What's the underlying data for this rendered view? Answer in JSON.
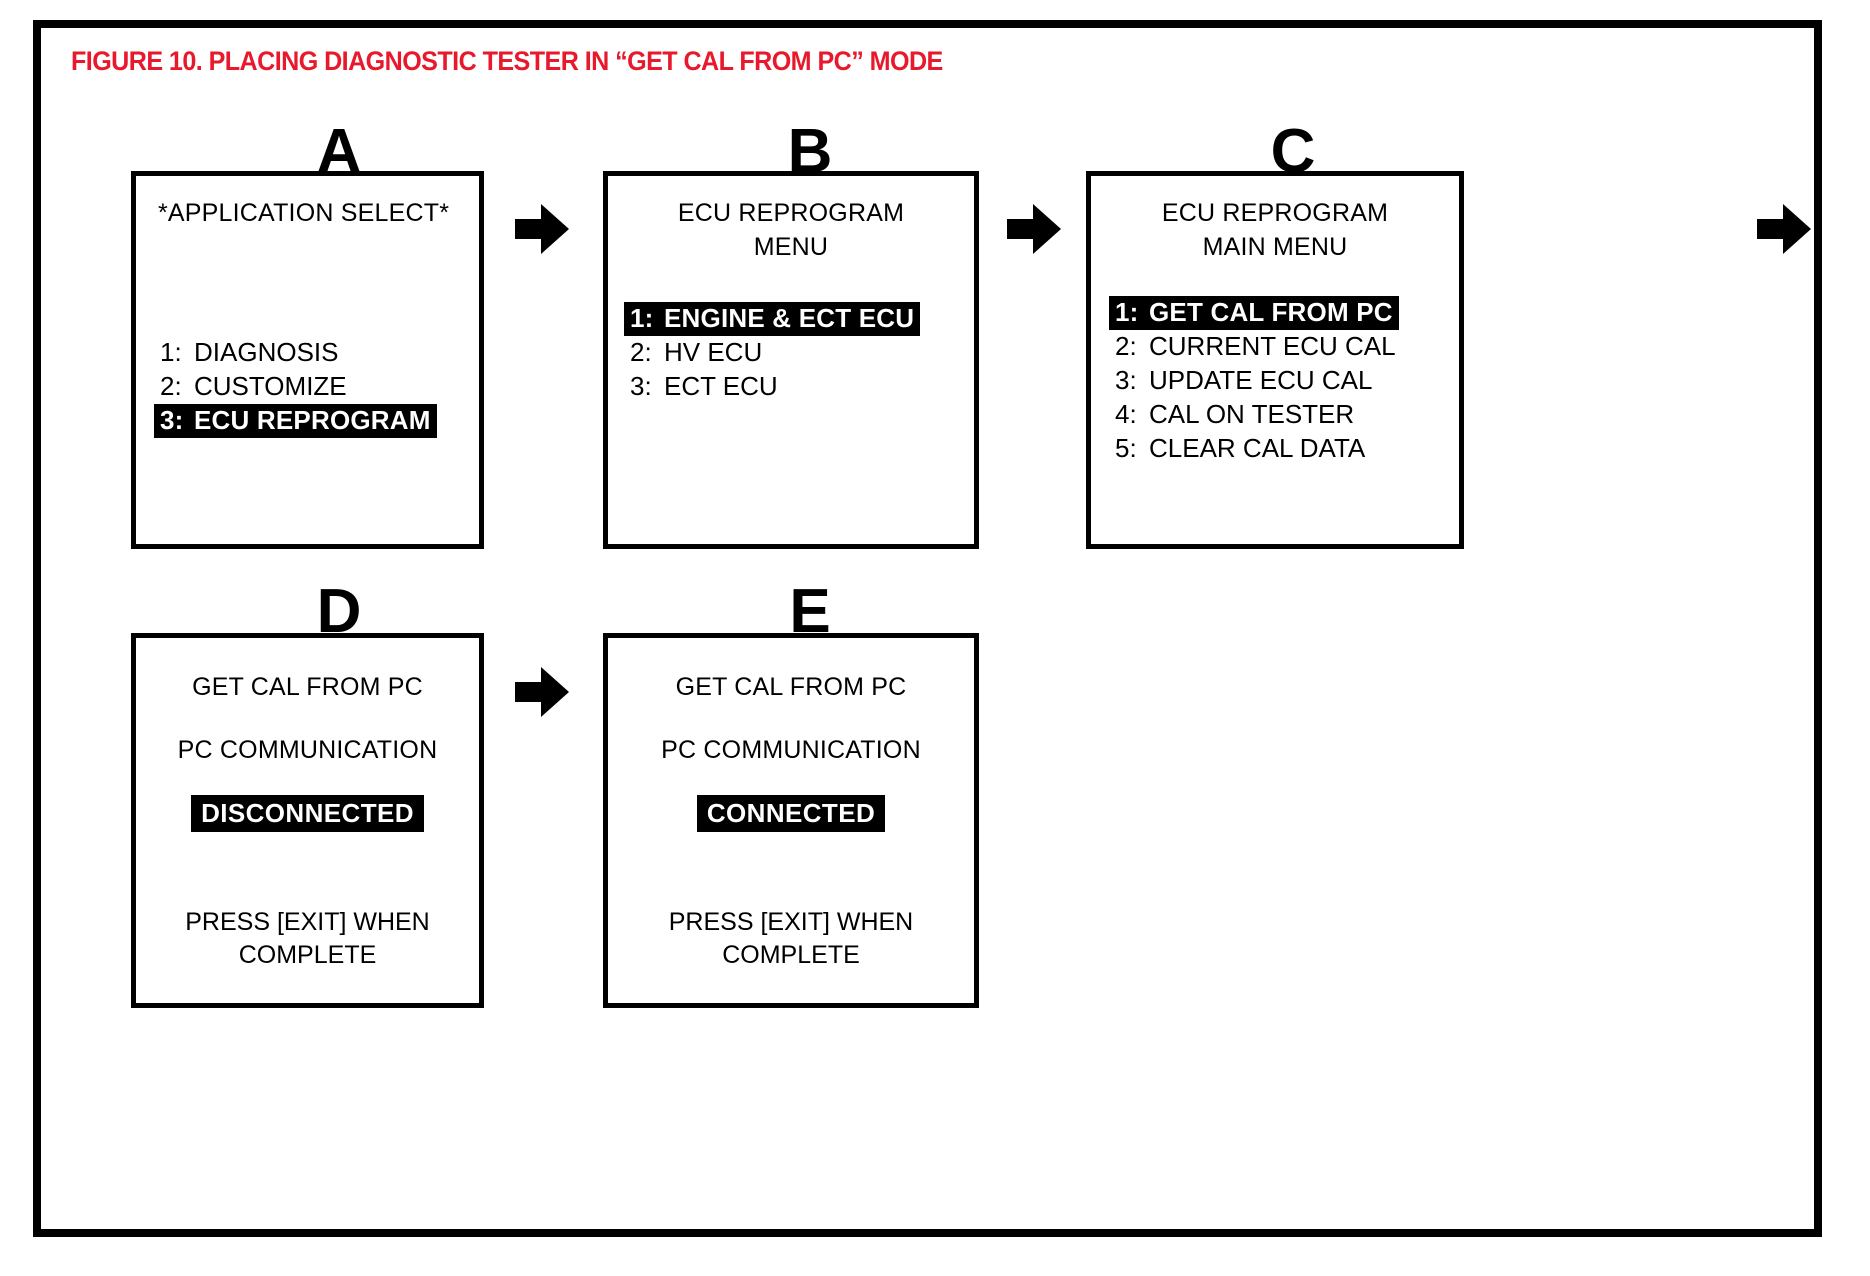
{
  "figure": {
    "caption": "FIGURE 10.  PLACING DIAGNOSTIC TESTER IN “GET CAL FROM PC” MODE",
    "caption_color": "#e8192c",
    "frame_color": "#000000",
    "background_color": "#ffffff"
  },
  "panels": [
    {
      "letter": "A",
      "title_lines": [
        "*APPLICATION SELECT*"
      ],
      "title_align": "left",
      "items": [
        {
          "index": "1:",
          "label": "DIAGNOSIS",
          "selected": false
        },
        {
          "index": "2:",
          "label": "CUSTOMIZE",
          "selected": false
        },
        {
          "index": "3:",
          "label": "ECU REPROGRAM",
          "selected": true
        }
      ]
    },
    {
      "letter": "B",
      "title_lines": [
        "ECU REPROGRAM",
        "MENU"
      ],
      "title_align": "center",
      "items": [
        {
          "index": "1:",
          "label": "ENGINE & ECT ECU",
          "selected": true
        },
        {
          "index": "2:",
          "label": "HV ECU",
          "selected": false
        },
        {
          "index": "3:",
          "label": "ECT ECU",
          "selected": false
        }
      ]
    },
    {
      "letter": "C",
      "title_lines": [
        "ECU REPROGRAM",
        "MAIN MENU"
      ],
      "title_align": "center",
      "items": [
        {
          "index": "1:",
          "label": "GET CAL FROM PC",
          "selected": true
        },
        {
          "index": "2:",
          "label": "CURRENT ECU CAL",
          "selected": false
        },
        {
          "index": "3:",
          "label": "UPDATE ECU CAL",
          "selected": false
        },
        {
          "index": "4:",
          "label": "CAL ON TESTER",
          "selected": false
        },
        {
          "index": "5:",
          "label": "CLEAR CAL DATA",
          "selected": false
        }
      ]
    },
    {
      "letter": "D",
      "title_lines": [
        "GET CAL FROM PC"
      ],
      "subtitle": "PC COMMUNICATION",
      "status": "DISCONNECTED",
      "footer_lines": [
        "PRESS [EXIT] WHEN",
        "COMPLETE"
      ]
    },
    {
      "letter": "E",
      "title_lines": [
        "GET CAL FROM PC"
      ],
      "subtitle": "PC COMMUNICATION",
      "status": "CONNECTED",
      "footer_lines": [
        "PRESS [EXIT] WHEN",
        "COMPLETE"
      ]
    }
  ],
  "arrows": [
    {
      "name": "arrow-a-to-b",
      "direction": "right"
    },
    {
      "name": "arrow-b-to-c",
      "direction": "right"
    },
    {
      "name": "arrow-c-to-d",
      "direction": "right"
    },
    {
      "name": "arrow-d-to-e",
      "direction": "right"
    }
  ]
}
